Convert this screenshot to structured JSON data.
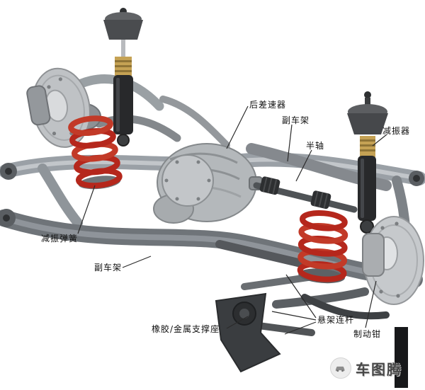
{
  "labels": {
    "rear_differential": "后差速器",
    "subframe_right": "副车架",
    "half_shaft": "半轴",
    "shock_absorber": "减振器",
    "damper_spring": "减振弹簧",
    "subframe_left": "副车架",
    "rubber_metal_mount": "橡胶/金属支撑座",
    "suspension_links": "悬架连杆",
    "brake_caliper": "制动钳"
  },
  "watermark": {
    "text": "车图腾",
    "icon": "car-icon"
  },
  "colors": {
    "spring_red": "#b5271c",
    "boot_yellow": "#c5a254",
    "metal_gray": "#a8adb3",
    "dark_metal": "#2e3032",
    "label_text": "#111111",
    "background": "#ffffff",
    "watermark_gray": "#474747"
  }
}
